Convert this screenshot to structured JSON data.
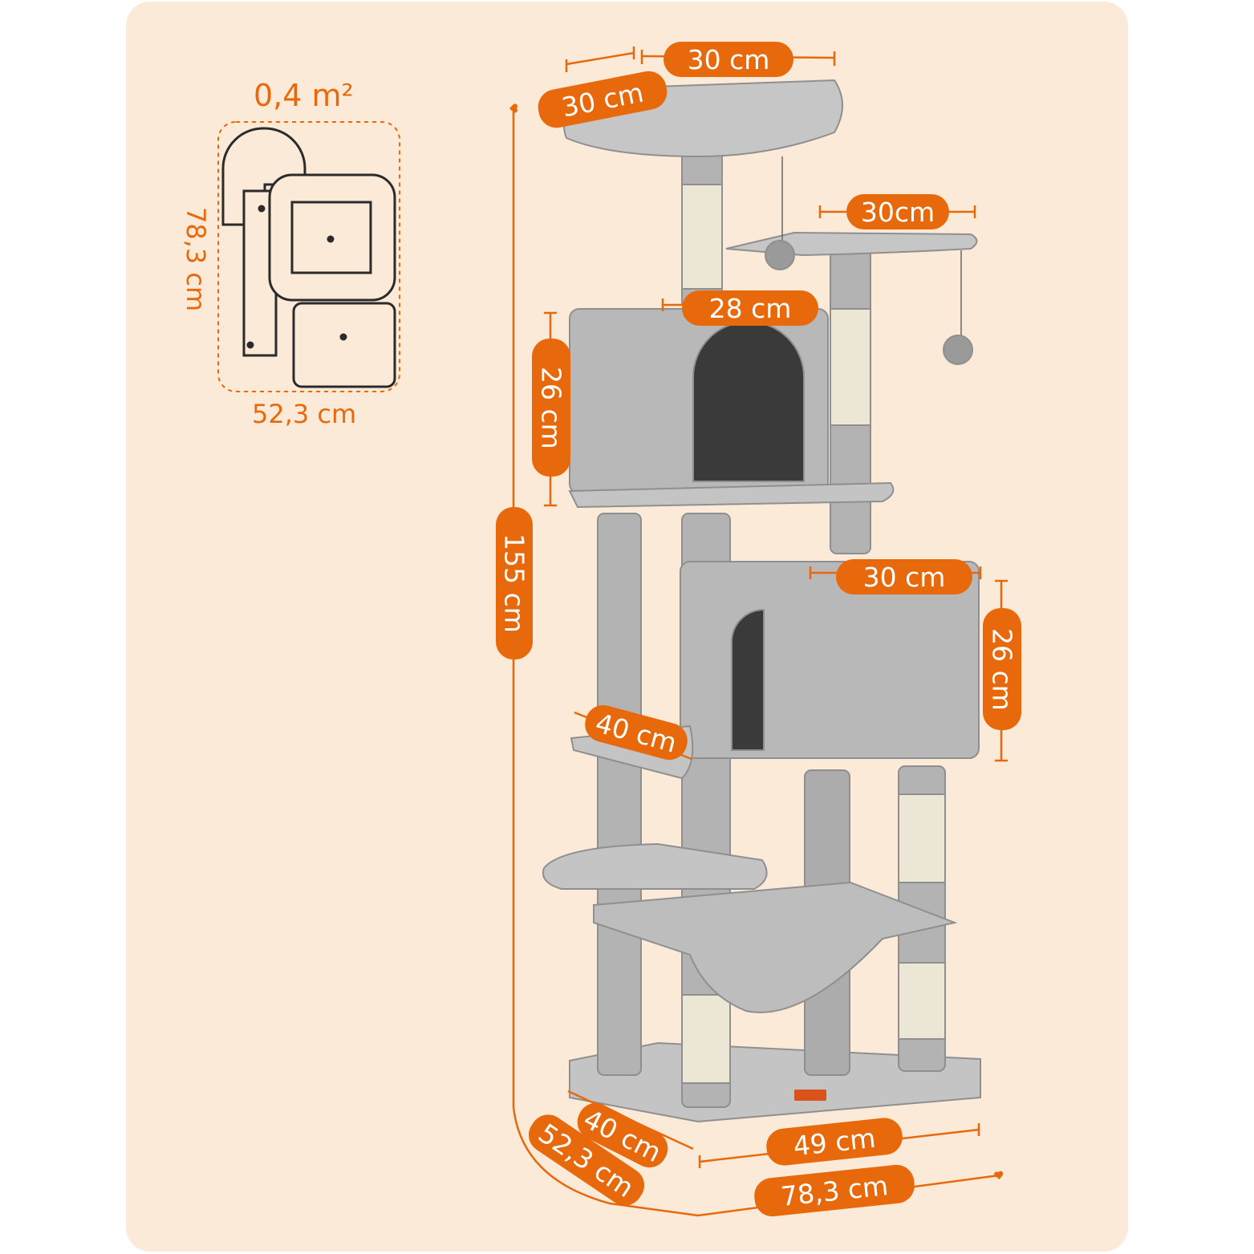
{
  "footprint": {
    "area": "0,4 m²",
    "depth": "78,3 cm",
    "width": "52,3 cm"
  },
  "dimensions": {
    "top_width": "30 cm",
    "top_depth": "30 cm",
    "second_platform_width": "30cm",
    "upper_cave_width": "28 cm",
    "upper_cave_height": "26 cm",
    "total_height": "155 cm",
    "lower_cave_width": "30 cm",
    "lower_cave_height": "26 cm",
    "platform_length": "40 cm",
    "base_depth": "40 cm",
    "base_width": "49 cm",
    "overall_depth": "52,3 cm",
    "overall_width": "78,3 cm"
  },
  "colors": {
    "accent": "#e8690b",
    "background": "#fcead8",
    "plush": "#b5b5b5",
    "sisal": "#ece6d4"
  }
}
